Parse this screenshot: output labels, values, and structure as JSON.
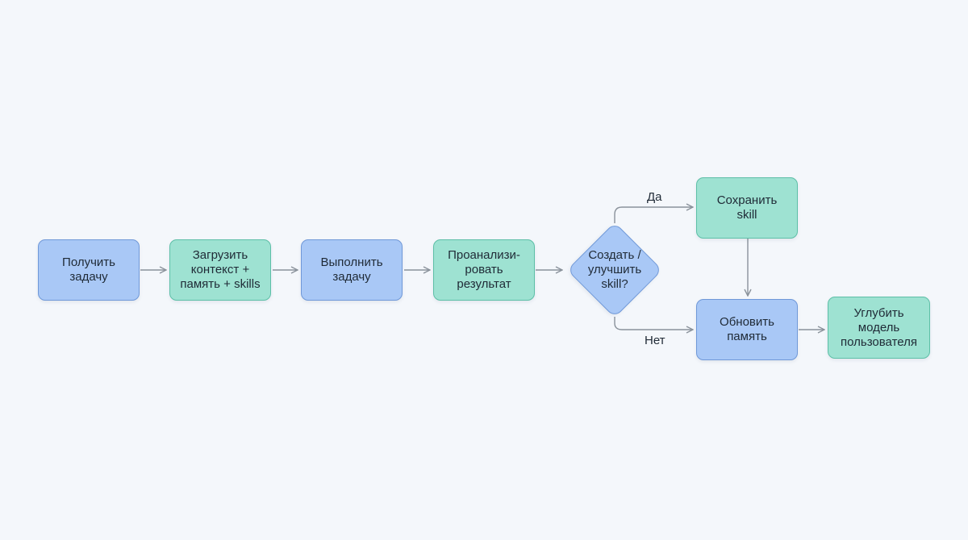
{
  "nodes": {
    "receive_task": "Получить\nзадачу",
    "load_context": "Загрузить\nконтекст +\nпамять + skills",
    "execute_task": "Выполнить\nзадачу",
    "analyze_result": "Проанализи-\nровать\nрезультат",
    "decision": "Создать /\nулучшить\nskill?",
    "save_skill": "Сохранить\nskill",
    "update_memory": "Обновить\nпамять",
    "deepen_model": "Углубить\nмодель\nпользователя"
  },
  "edge_labels": {
    "yes": "Да",
    "no": "Нет"
  },
  "colors": {
    "background": "#f4f7fb",
    "blue_fill": "#a9c8f6",
    "blue_border": "#6f98d8",
    "teal_fill": "#9ee2d2",
    "teal_border": "#5dbfa7",
    "arrow": "#8a929b"
  }
}
